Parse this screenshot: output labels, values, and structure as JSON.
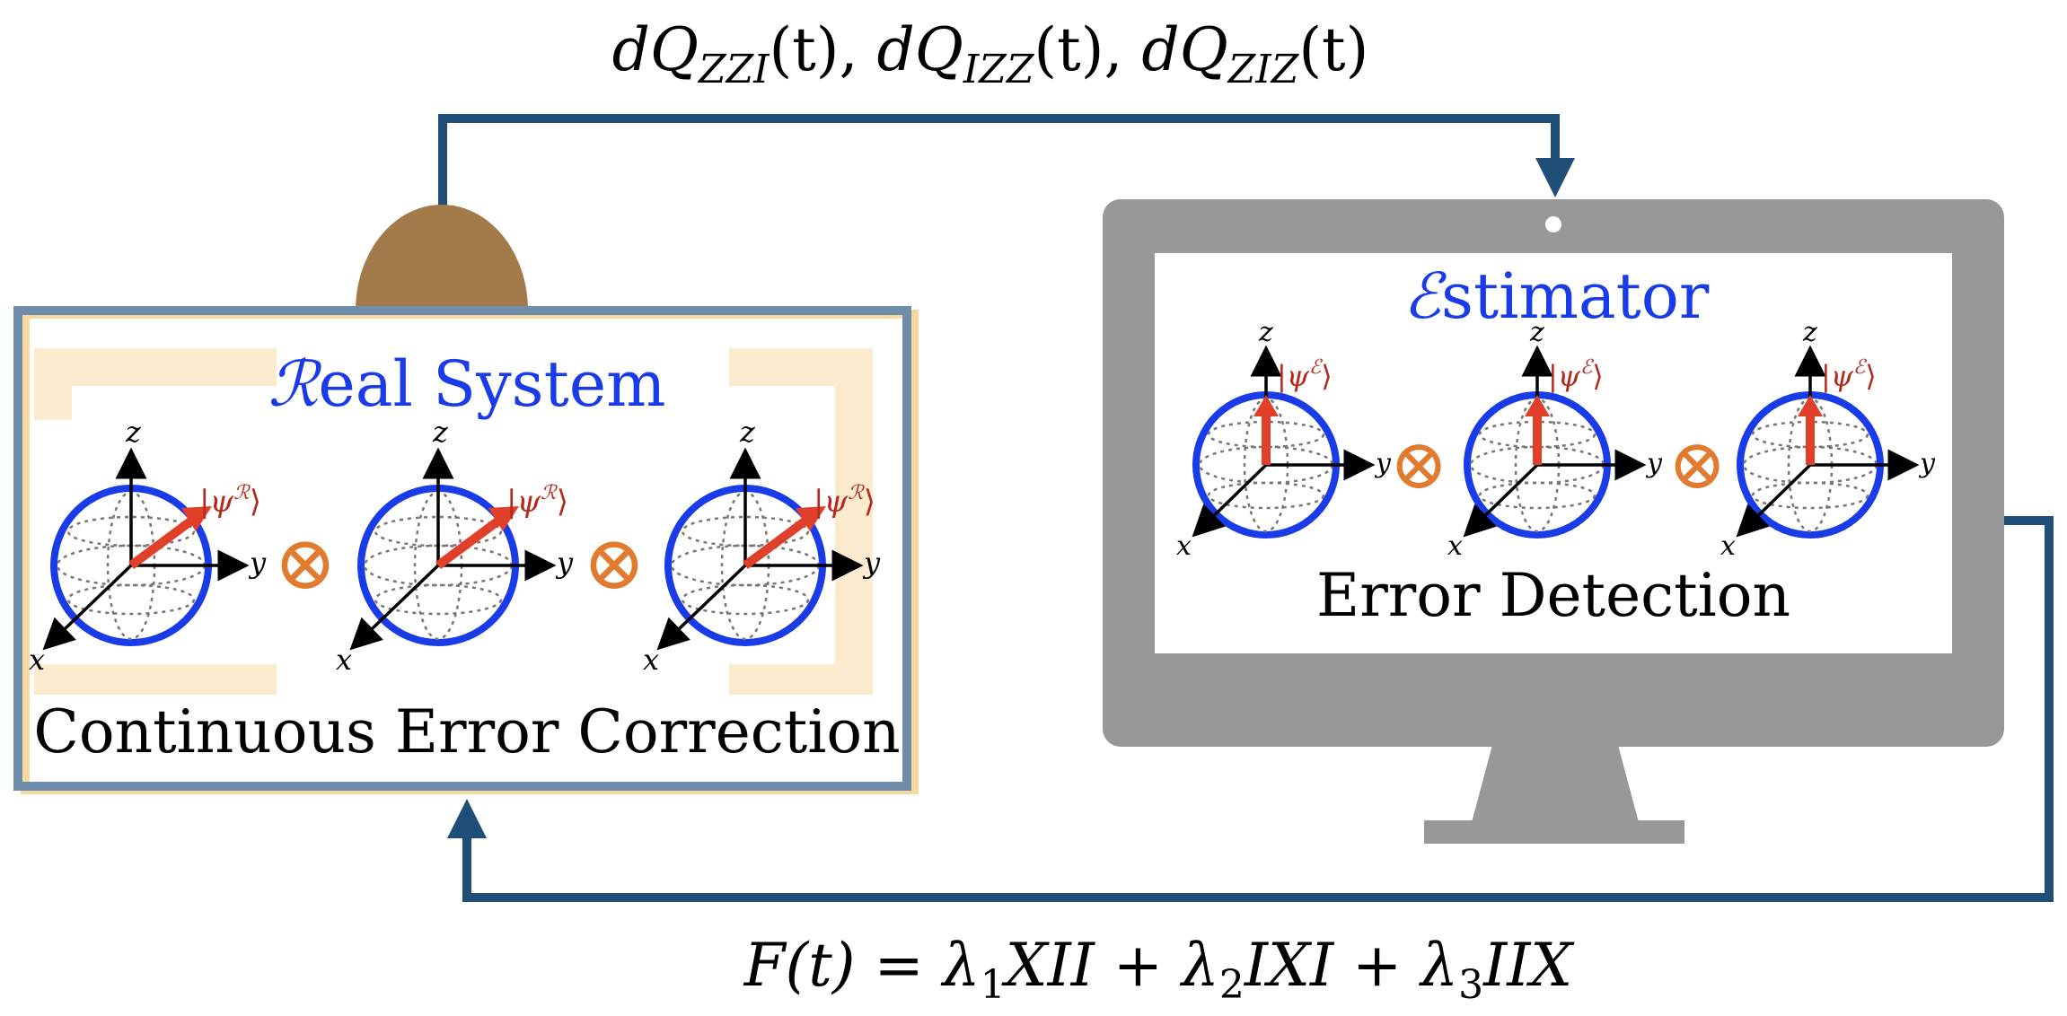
{
  "colors": {
    "wire": "#1f4e79",
    "sphere": "#1a3ce8",
    "state_arrow": "#e0402a",
    "tensor": "#e07b30",
    "title_blue": "#1a3ce8",
    "state_label": "#b42a1e",
    "monitor": "#989898",
    "hemisphere": "#a37a4a",
    "frame_blue": "#6f8eab",
    "frame_yellow": "#f7d9a0"
  },
  "top_label": {
    "terms": [
      {
        "sym": "dQ",
        "sub": "ZZI",
        "arg": "(t)"
      },
      {
        "sym": "dQ",
        "sub": "IZZ",
        "arg": "(t)"
      },
      {
        "sym": "dQ",
        "sub": "ZIZ",
        "arg": "(t)"
      }
    ],
    "separator": ","
  },
  "bottom_label": {
    "lhs": "F(t) = ",
    "terms": [
      {
        "coef": "λ",
        "sub": "1",
        "op": "XII"
      },
      {
        "coef": "λ",
        "sub": "2",
        "op": "IXI"
      },
      {
        "coef": "λ",
        "sub": "3",
        "op": "IIX"
      }
    ],
    "plus": " + "
  },
  "real_system": {
    "title_script": "ℛ",
    "title_rest": "eal System",
    "caption": "Continuous Error Correction",
    "state_symbol": "ψ",
    "state_sup": "ℛ",
    "axes": {
      "x": "x",
      "y": "y",
      "z": "z"
    },
    "tensor_symbol": "⊗"
  },
  "estimator": {
    "title_script": "ℰ",
    "title_rest": "stimator",
    "caption": "Error Detection",
    "state_symbol": "ψ",
    "state_sup": "ℰ",
    "axes": {
      "x": "x",
      "y": "y",
      "z": "z"
    },
    "tensor_symbol": "⊗"
  }
}
